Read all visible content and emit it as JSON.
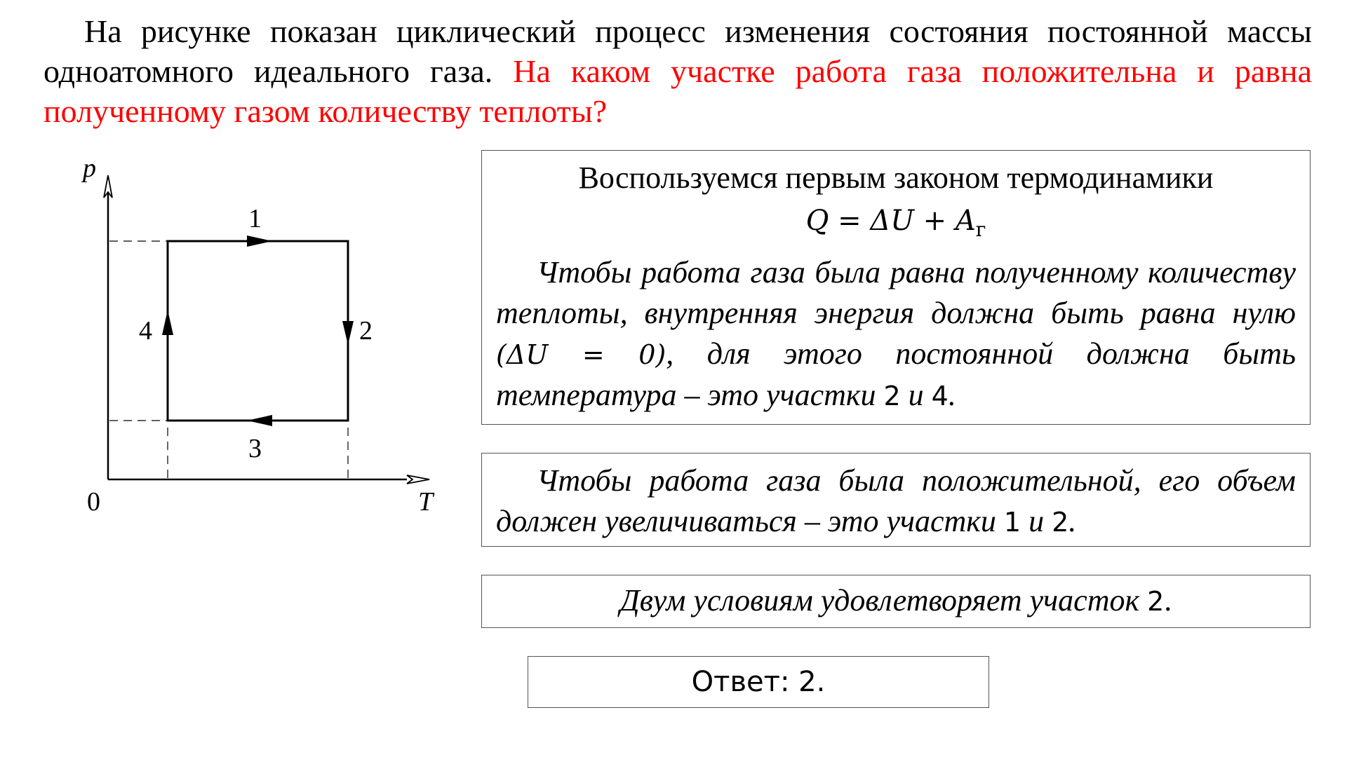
{
  "problem": {
    "black": "На рисунке показан циклический процесс изменения состояния постоянной массы одноатомного идеального газа.",
    "red": "На каком участке работа газа положительна и равна полученному газом количеству теплоты?"
  },
  "diagram": {
    "y_axis": "p",
    "x_axis": "T",
    "origin": "0",
    "seg1": "1",
    "seg2": "2",
    "seg3": "3",
    "seg4": "4"
  },
  "box1": {
    "heading": "Воспользуемся первым законом термодинамики",
    "formula_Q": "Q",
    "formula_eq": " = ",
    "formula_dU": "ΔU",
    "formula_plus": " + ",
    "formula_A": "A",
    "formula_sub": "г",
    "text_a": "Чтобы работа газа была равна полученному количеству теплоты, внутренняя энергия должна быть равна нулю ",
    "text_math": "(ΔU = 0)",
    "text_b": ", для этого постоянной должна быть температура – это участки ",
    "num_a": "2",
    "text_c": " и ",
    "num_b": "4",
    "text_d": "."
  },
  "box2": {
    "text_a": "Чтобы работа газа была положительной, его объем должен увеличиваться – это участки ",
    "num_a": "1",
    "text_b": " и ",
    "num_b": "2",
    "text_c": "."
  },
  "box3": {
    "text": "Двум условиям удовлетворяет участок ",
    "num": "2",
    "dot": "."
  },
  "box4": {
    "label": "Ответ: ",
    "value": "2."
  }
}
